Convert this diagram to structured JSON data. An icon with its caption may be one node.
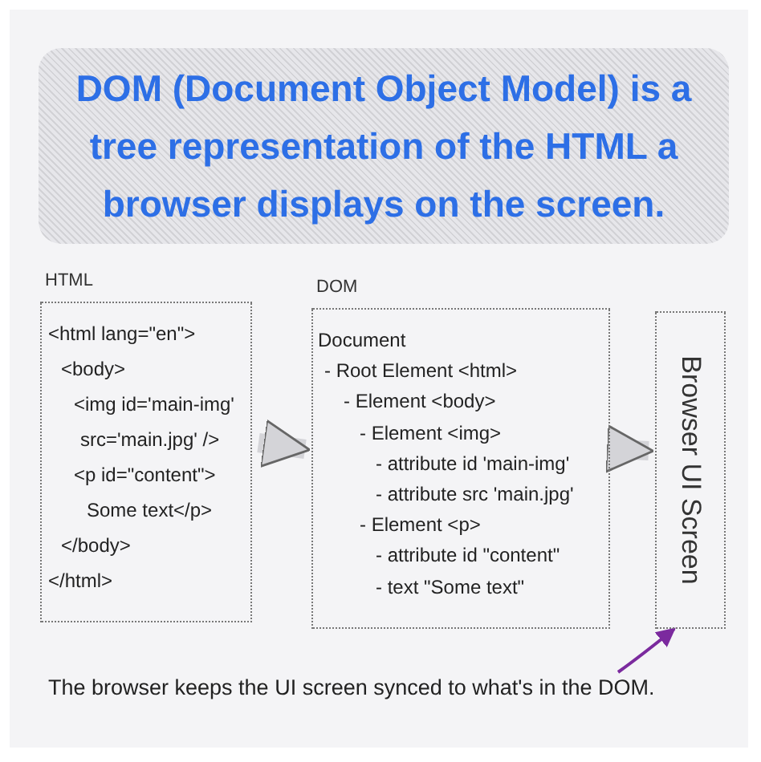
{
  "diagram": {
    "title": "DOM (Document Object Model) is a tree representation of the HTML a browser displays on the screen.",
    "nodes": [
      {
        "text": [
          "HTML",
          "<html lang=\"en\">",
          "<body>",
          "<img id='main-img'",
          "src='main.jpg' />",
          "<p id=\"content\">",
          "Some text</p>",
          "</body>",
          "</html>"
        ]
      },
      {
        "text": [
          "DOM",
          "Document",
          "- Root Element <html>",
          "- Element <body>",
          "- Element <img>",
          "- attribute id 'main-img'",
          "- attribute src 'main.jpg'",
          "- Element <p>",
          "- attribute id \"content\"",
          "- text \"Some text\""
        ]
      },
      {
        "text": [
          "Browser UI Screen"
        ]
      },
      {
        "text": [
          "The browser keeps the UI screen synced to what's in the DOM."
        ]
      }
    ],
    "edges": [
      {
        "from": 0,
        "to": 1,
        "arrow": "to"
      },
      {
        "from": 1,
        "to": 2,
        "arrow": "to"
      },
      {
        "from": 3,
        "to": 2,
        "arrow": "to",
        "color": "#7b2a9e"
      }
    ]
  }
}
